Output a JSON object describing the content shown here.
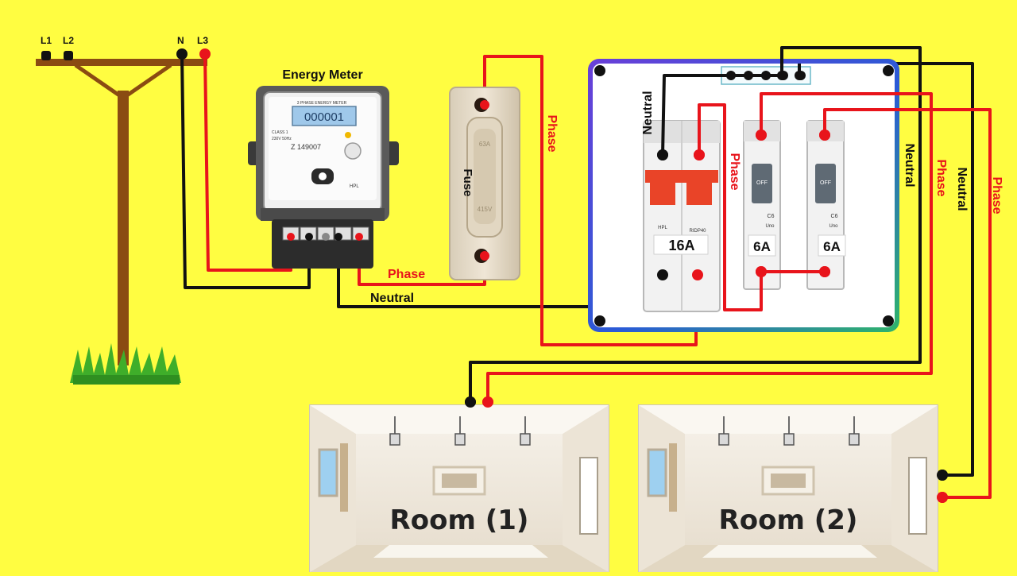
{
  "colors": {
    "background": "#fffd41",
    "phase": "#e8141b",
    "neutral": "#111111",
    "pole": "#8a4b12",
    "grass": "#3fae2a",
    "board_border": "#5a4bd6",
    "mcb_red": "#e94428"
  },
  "pole": {
    "terminals": [
      "L1",
      "L2",
      "N",
      "L3"
    ]
  },
  "meter": {
    "title": "Energy Meter",
    "display": "000001",
    "header": "3 PHASE ENERGY METER",
    "class_text": "CLASS 1",
    "rating_text": "230V 50Hz",
    "serial": "Z 149007",
    "brand": "HPL"
  },
  "fuse": {
    "label": "Fuse",
    "amp_text": "63A",
    "volt_text": "415V"
  },
  "wires": {
    "phase_label": "Phase",
    "neutral_label": "Neutral"
  },
  "board": {
    "neutral_label": "Neutral",
    "phase_label": "Phase",
    "rccb": {
      "rating": "16A",
      "model": "RIDP40",
      "brand": "HPL"
    },
    "mcbs": [
      {
        "rating": "6A",
        "status": "OFF",
        "curve": "C6",
        "brand": "Uno"
      },
      {
        "rating": "6A",
        "status": "OFF",
        "curve": "C6",
        "brand": "Uno"
      }
    ]
  },
  "side_labels": [
    "Neutral",
    "Phase",
    "Neutral",
    "Phase"
  ],
  "rooms": [
    {
      "name": "Room (1)"
    },
    {
      "name": "Room (2)"
    }
  ]
}
